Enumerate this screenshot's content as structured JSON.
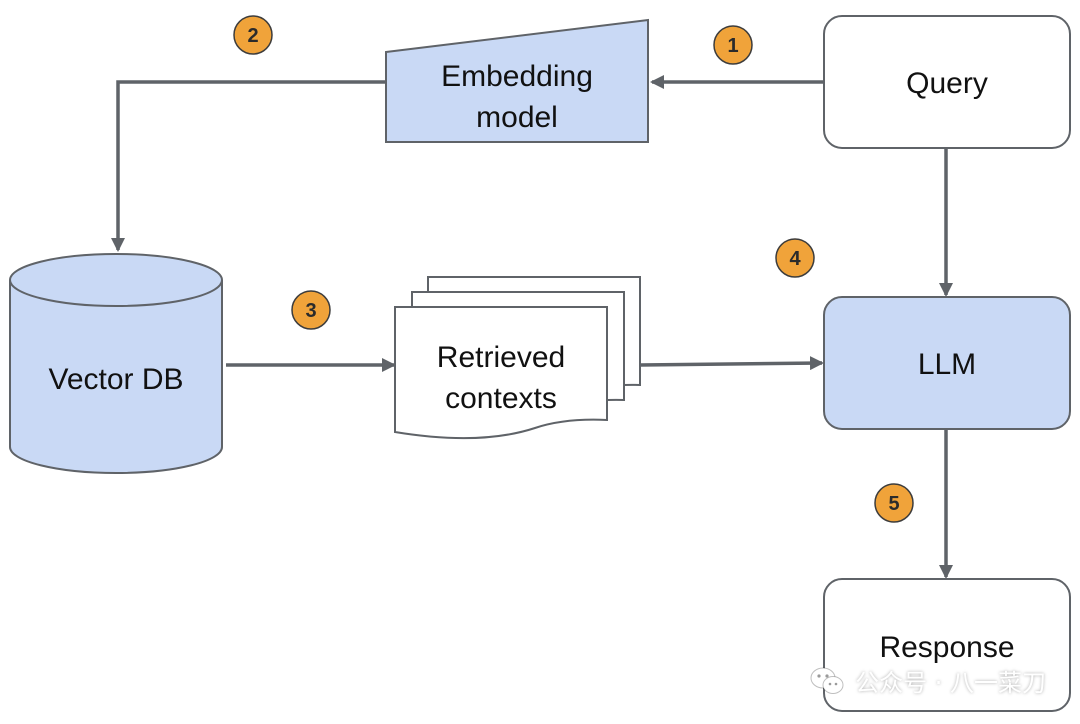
{
  "nodes": {
    "query": "Query",
    "embedding_line1": "Embedding",
    "embedding_line2": "model",
    "vector_db": "Vector DB",
    "contexts_line1": "Retrieved",
    "contexts_line2": "contexts",
    "llm": "LLM",
    "response": "Response"
  },
  "badges": [
    "1",
    "2",
    "3",
    "4",
    "5"
  ],
  "watermark": {
    "text": "公众号 · 八一菜刀",
    "icon": "wechat-icon"
  },
  "colors": {
    "node_fill_blue": "#c9d9f5",
    "node_fill_white": "#ffffff",
    "node_stroke": "#5f6368",
    "arrow": "#5f6368",
    "badge_fill": "#f0a33a",
    "badge_stroke": "#3c3c3c"
  }
}
